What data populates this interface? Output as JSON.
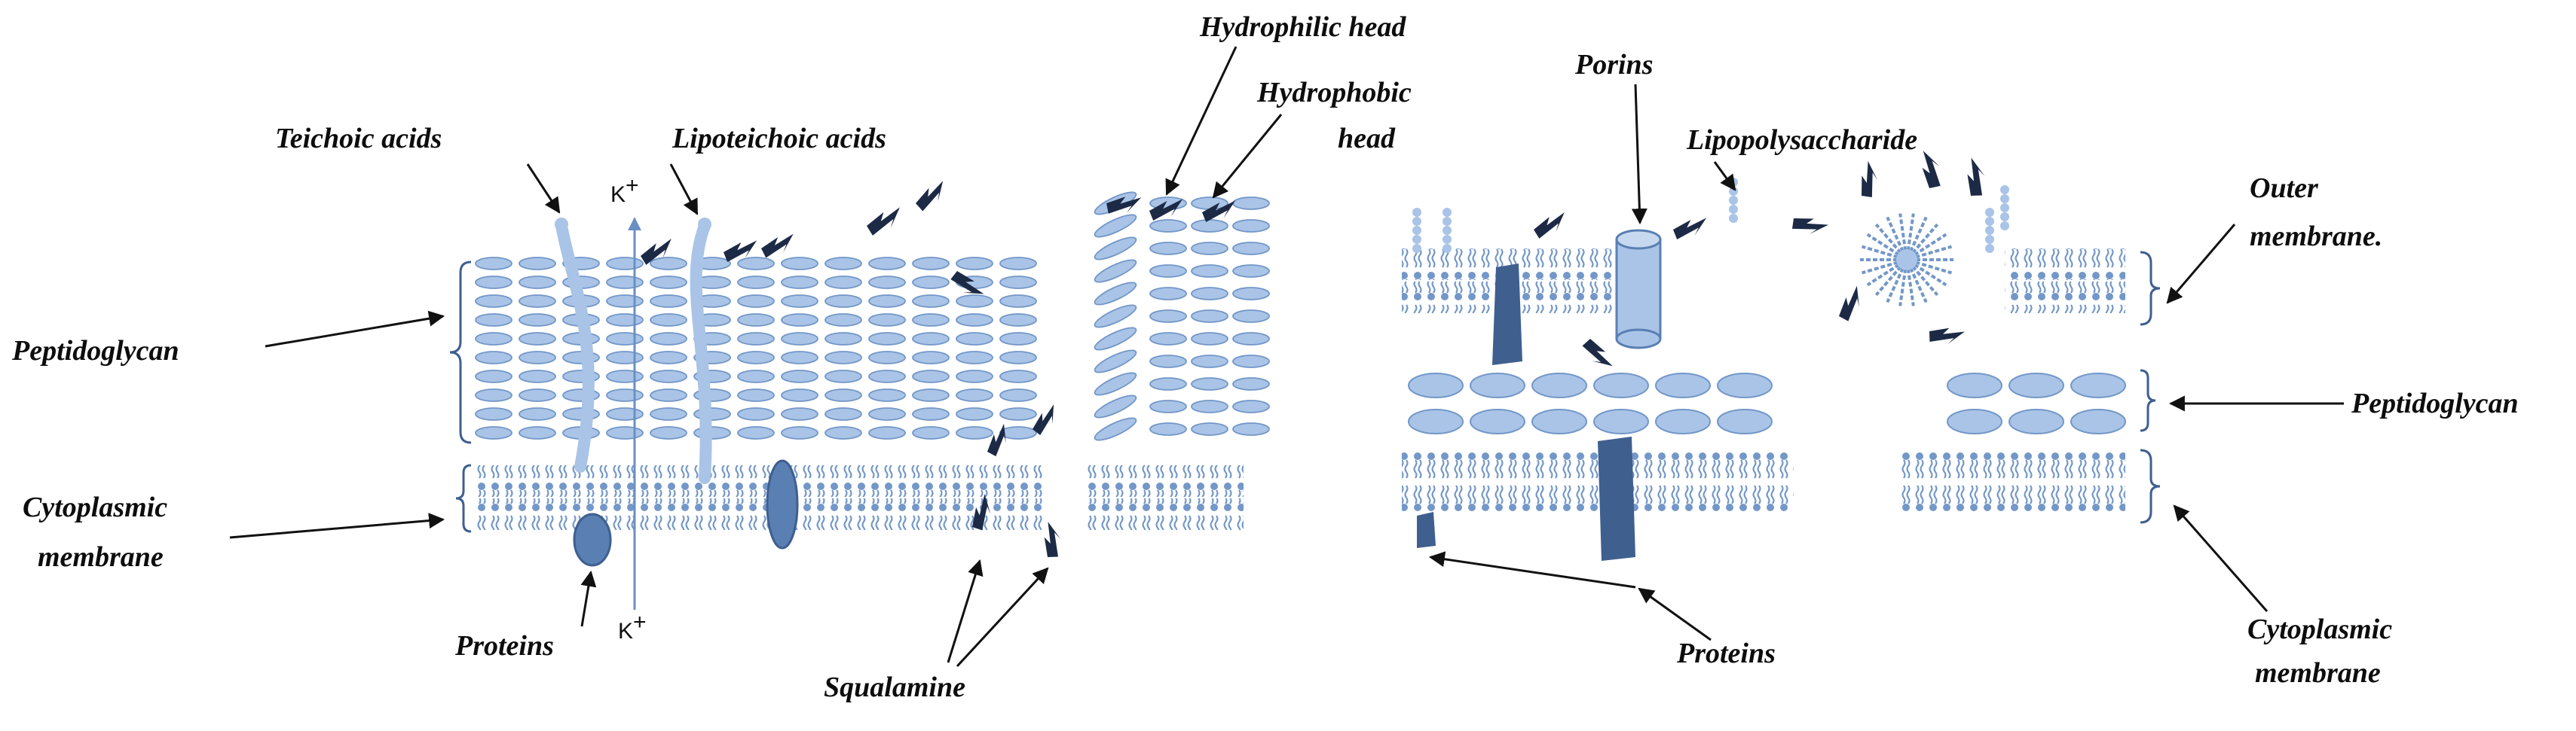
{
  "gram_positive": {
    "teichoic_acids": "Teichoic acids",
    "lipoteichoic_acids": "Lipoteichoic acids",
    "hydrophilic_head": "Hydrophilic head",
    "hydrophobic_head_line1": "Hydrophobic",
    "hydrophobic_head_line2": "head",
    "peptidoglycan": "Peptidoglycan",
    "cytoplasmic_membrane_line1": "Cytoplasmic",
    "cytoplasmic_membrane_line2": "membrane",
    "proteins": "Proteins",
    "squalamine": "Squalamine",
    "ion_symbol": "K",
    "ion_charge": "+"
  },
  "gram_negative": {
    "porins": "Porins",
    "lipopolysaccharide": "Lipopolysaccharide",
    "outer_membrane_line1": "Outer",
    "outer_membrane_line2": "membrane.",
    "peptidoglycan": "Peptidoglycan",
    "cytoplasmic_membrane_line1": "Cytoplasmic",
    "cytoplasmic_membrane_line2": "membrane",
    "proteins": "Proteins"
  },
  "colors": {
    "membrane_light": "#a9c4e6",
    "membrane_mid": "#7397c8",
    "membrane_dark": "#3f5f8f",
    "protein": "#5a7fb3",
    "squalamine": "#1c2a45",
    "arrow": "#111111"
  }
}
